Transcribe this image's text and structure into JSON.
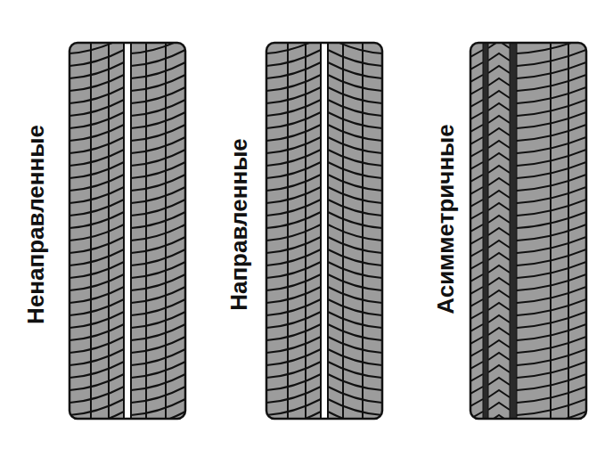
{
  "diagram": {
    "labels": [
      "Ненаправленные",
      "Направленные",
      "Асимметричные"
    ]
  }
}
